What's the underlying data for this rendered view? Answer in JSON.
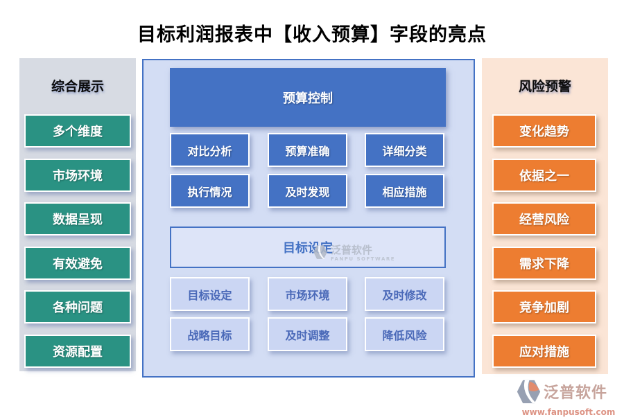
{
  "title": "目标利润报表中【收入预算】字段的亮点",
  "left_panel": {
    "header": "综合展示",
    "items": [
      "多个维度",
      "市场环境",
      "数据呈现",
      "有效避免",
      "各种问题",
      "资源配置"
    ]
  },
  "center_panel": {
    "budget_header": "预算控制",
    "budget_items": [
      "对比分析",
      "预算准确",
      "详细分类",
      "执行情况",
      "及时发现",
      "相应措施"
    ],
    "goal_header": "目标设定",
    "goal_items": [
      "目标设定",
      "市场环境",
      "及时修改",
      "战略目标",
      "及时调整",
      "降低风险"
    ]
  },
  "right_panel": {
    "header": "风险预警",
    "items": [
      "变化趋势",
      "依据之一",
      "经营风险",
      "需求下降",
      "竞争加剧",
      "应对措施"
    ]
  },
  "watermark": {
    "brand": "泛普软件",
    "brand_en": "FANPU SOFTWARE"
  },
  "footer_logo": {
    "brand": "泛普软件",
    "website": "www.fanpusoft.com"
  },
  "colors": {
    "teal_button": "#2A9283",
    "blue_accent": "#4472C4",
    "orange_button": "#ED7D31",
    "left_panel_bg": "#D7DBE3",
    "center_panel_bg": "#D3DDF4",
    "right_panel_bg": "#FBE5D6",
    "goal_box_bg": "#DDE4F8",
    "lavender_button_bg": "#CBD6F3",
    "lavender_text": "#4A69B8"
  }
}
